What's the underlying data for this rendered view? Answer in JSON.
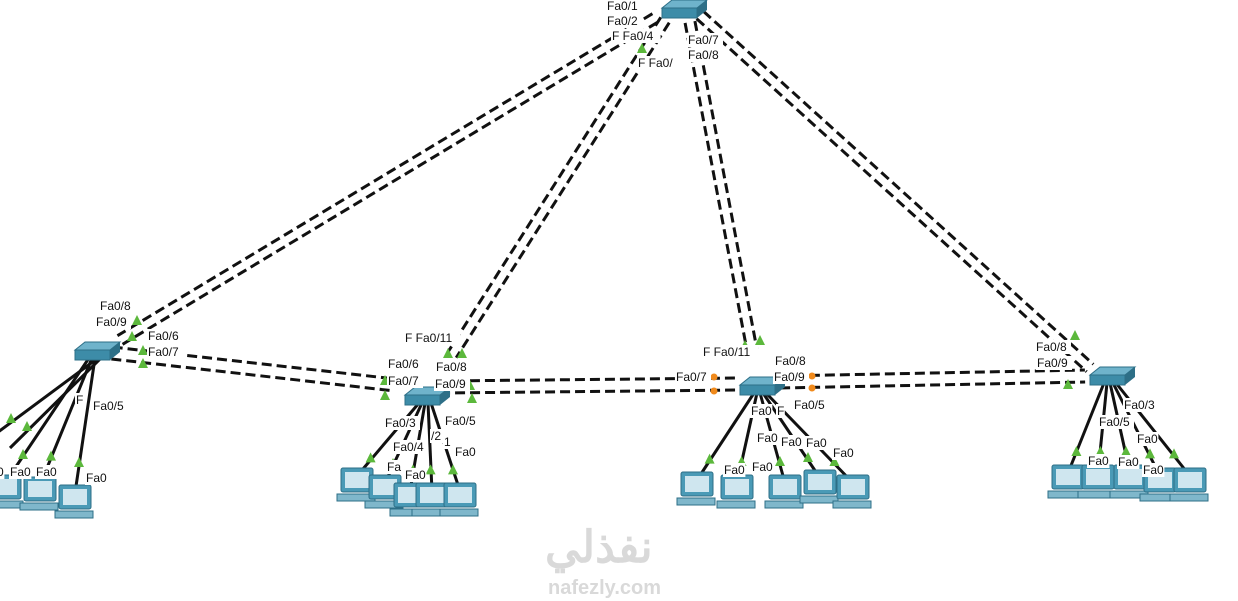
{
  "topology": {
    "devices": {
      "switches": [
        "core-switch",
        "switch-left",
        "switch-mid-1",
        "switch-mid-2",
        "switch-right"
      ],
      "pc_icon": "pc-icon",
      "switch_icon": "switch-icon"
    },
    "colors": {
      "link": "#111111",
      "port_up": "#5cb83c",
      "port_blocked": "#f08a1c",
      "switch": "#3d8ca8",
      "pc": "#4a9ab6"
    },
    "port_labels": [
      "Fa0/1",
      "Fa0/2",
      "F Fa0/4",
      "F Fa0/",
      "Fa0/7",
      "Fa0/8",
      "Fa0/8",
      "Fa0/9",
      "Fa0/6",
      "Fa0/7",
      "Fa0/5",
      "F",
      "Fa0",
      "Fa0",
      "Fa0",
      "Fa0",
      "F Fa0/11",
      "Fa0/6",
      "Fa0/7",
      "Fa0/8",
      "Fa0/9",
      "Fa0/3",
      "Fa0/5",
      "Fa0/4",
      "Fa0",
      "Fa0",
      "Fa",
      "/2",
      "1",
      "F Fa0/11",
      "Fa0/7",
      "Fa0/8",
      "Fa0/9",
      "Fa0/5",
      "F",
      "Fa0",
      "Fa0",
      "Fa0",
      "Fa0",
      "Fa0",
      "Fa0",
      "Fa0",
      "Fa0/8",
      "Fa0/9",
      "Fa0/3",
      "Fa0/5",
      "Fa0",
      "Fa0",
      "Fa0",
      "Fa0"
    ]
  },
  "watermark": {
    "arabic": "نفذلي",
    "latin": "nafezly.com"
  }
}
